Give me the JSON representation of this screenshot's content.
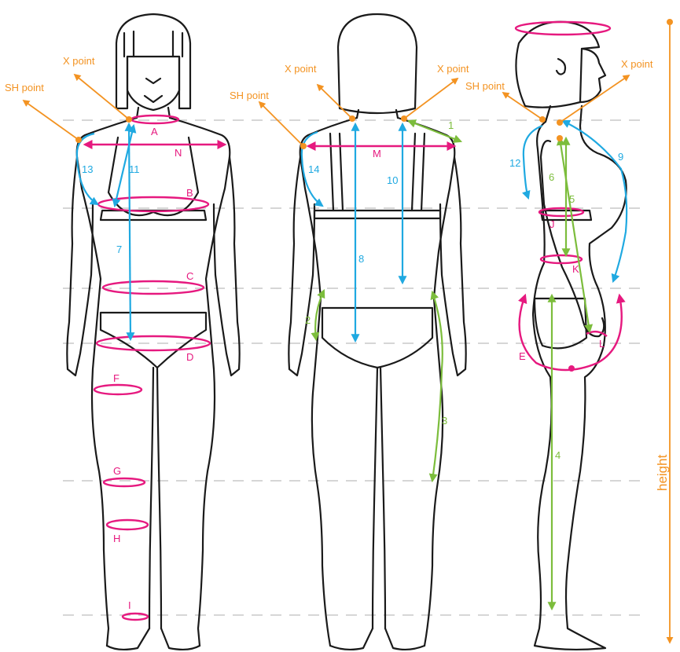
{
  "colors": {
    "circumference": "#e6197f",
    "length_blue": "#1fa9e1",
    "length_green": "#7cbd3c",
    "reference_points": "#f39322",
    "outline": "#1a1a1a",
    "guides": "#c8c8c8"
  },
  "labels": {
    "x_point": "X point",
    "sh_point": "SH point",
    "height": "height",
    "circ": {
      "A": "A",
      "B": "B",
      "C": "C",
      "D": "D",
      "E": "E",
      "F": "F",
      "G": "G",
      "H": "H",
      "I": "I",
      "J": "J",
      "K": "K",
      "L": "L",
      "M": "M",
      "N": "N"
    },
    "len": {
      "n1": "1",
      "n2": "2",
      "n3": "3",
      "n4": "4",
      "n5": "5",
      "n6": "6",
      "n7": "7",
      "n8": "8",
      "n9": "9",
      "n10": "10",
      "n11": "11",
      "n12": "12",
      "n13": "13",
      "n14": "14"
    }
  }
}
